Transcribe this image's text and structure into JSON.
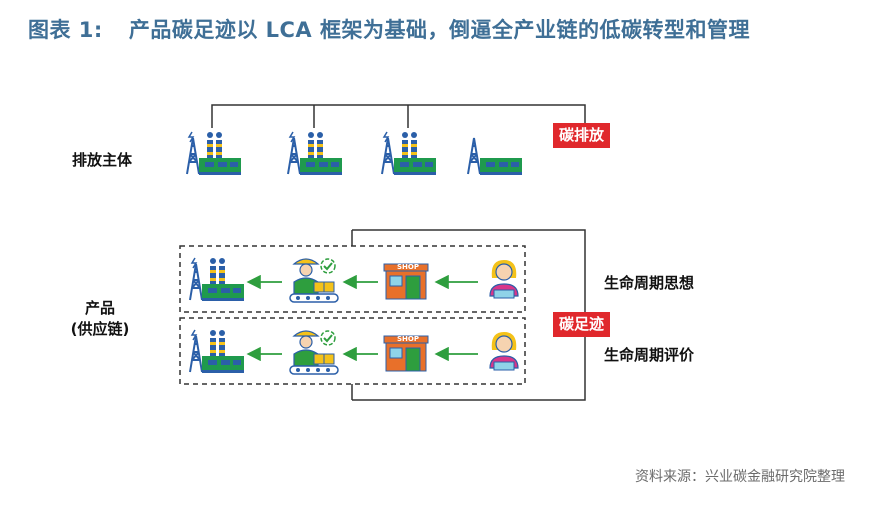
{
  "figure": {
    "number": "图表 1:",
    "title": "产品碳足迹以 LCA 框架为基础，倒逼全产业链的低碳转型和管理"
  },
  "rows": {
    "emitter_label": "排放主体",
    "product_label_1": "产品",
    "product_label_2": "(供应链)"
  },
  "tags": {
    "carbon_emission": "碳排放",
    "carbon_footprint": "碳足迹"
  },
  "concepts": {
    "lifecycle_thinking": "生命周期思想",
    "lifecycle_assessment": "生命周期评价"
  },
  "icons": {
    "shop_sign": "SHOP"
  },
  "source": "资料来源：兴业碳金融研究院整理",
  "colors": {
    "title": "#3f6f96",
    "tag_red": "#e0282c",
    "arrow_green": "#2e9e3e",
    "factory_green": "#1f9a4d",
    "factory_blue": "#2b5fa8"
  }
}
